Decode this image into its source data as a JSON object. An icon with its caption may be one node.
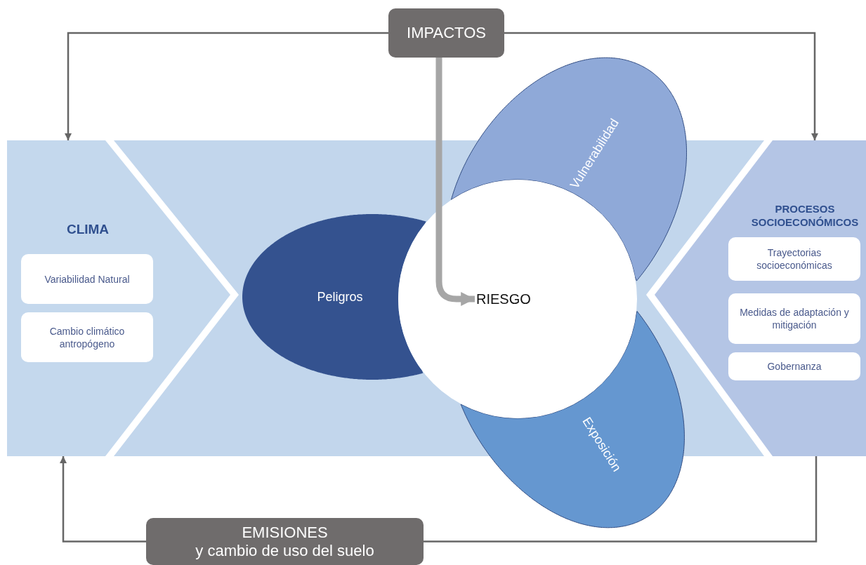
{
  "diagram": {
    "nodes": [
      {
        "text": [
          "IMPACTOS"
        ]
      },
      {
        "text": [
          "CLIMA"
        ]
      },
      {
        "text": [
          "Variabilidad Natural"
        ],
        "in": 1
      },
      {
        "text": [
          "Cambio climático antropógeno"
        ],
        "in": 1
      },
      {
        "text": [
          "Peligros"
        ]
      },
      {
        "text": [
          "Vulnerabilidad"
        ]
      },
      {
        "text": [
          "RIESGO"
        ]
      },
      {
        "text": [
          "Exposición"
        ]
      },
      {
        "text": [
          "PROCESOS SOCIOECONÓMICOS"
        ]
      },
      {
        "text": [
          "Trayectorias socioeconómicas"
        ],
        "in": 8
      },
      {
        "text": [
          "Medidas de adaptación y mitigación"
        ],
        "in": 8
      },
      {
        "text": [
          "Gobernanza"
        ],
        "in": 8
      },
      {
        "text": [
          "EMISIONES",
          "y cambio de uso del suelo"
        ]
      }
    ],
    "edges": [
      {
        "from": 0,
        "to": 1,
        "arrow": "to"
      },
      {
        "from": 0,
        "to": 8,
        "arrow": "to"
      },
      {
        "from": 0,
        "to": 6,
        "arrow": "to",
        "style": "thick",
        "color": "#a6a6a6"
      },
      {
        "from": 8,
        "to": 12,
        "arrow": "none"
      },
      {
        "from": 12,
        "to": 1,
        "arrow": "to"
      }
    ]
  }
}
